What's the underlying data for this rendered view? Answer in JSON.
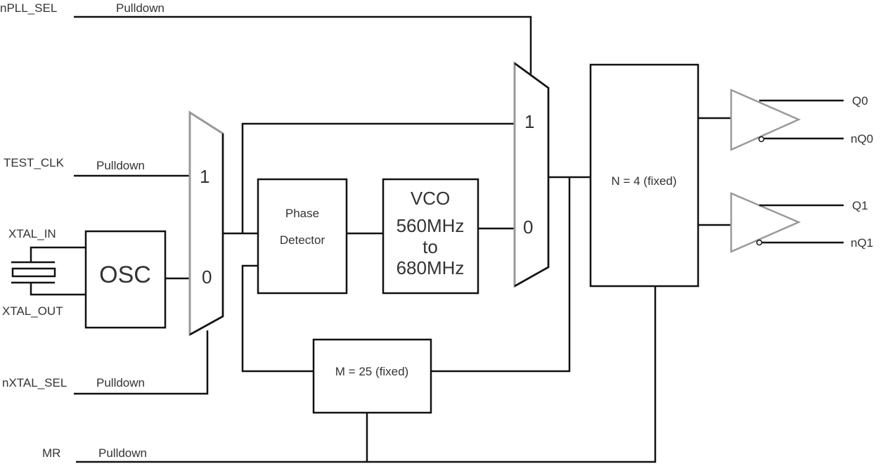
{
  "inputs": {
    "npll_sel": {
      "name": "nPLL_SEL",
      "pull": "Pulldown"
    },
    "test_clk": {
      "name": "TEST_CLK",
      "pull": "Pulldown"
    },
    "xtal_in": "XTAL_IN",
    "xtal_out": "XTAL_OUT",
    "nxtal_sel": {
      "name": "nXTAL_SEL",
      "pull": "Pulldown"
    },
    "mr": {
      "name": "MR",
      "pull": "Pulldown"
    }
  },
  "blocks": {
    "osc": "OSC",
    "phase_detector": [
      "Phase",
      "Detector"
    ],
    "vco": [
      "VCO",
      "560MHz",
      "to",
      "680MHz"
    ],
    "m_divider": "M = 25 (fixed)",
    "n_divider": "N = 4 (fixed)"
  },
  "mux1": {
    "in1": "1",
    "in0": "0"
  },
  "mux2": {
    "in1": "1",
    "in0": "0"
  },
  "outputs": [
    "Q0",
    "nQ0",
    "Q1",
    "nQ1"
  ]
}
